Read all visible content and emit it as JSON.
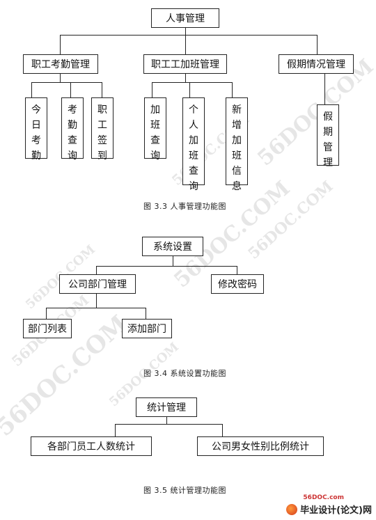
{
  "diagram1": {
    "root": "人事管理",
    "branches": [
      {
        "label": "职工考勤管理",
        "leaves": [
          "今日考勤",
          "考勤查询",
          "职工签到"
        ]
      },
      {
        "label": "职工工加班管理",
        "leaves": [
          "加班查询",
          "个人加班查询",
          "新增加班信息"
        ]
      },
      {
        "label": "假期情况管理",
        "leaves": [
          "假期管理"
        ]
      }
    ],
    "caption": "图 3.3  人事管理功能图"
  },
  "diagram2": {
    "root": "系统设置",
    "branches": [
      {
        "label": "公司部门管理",
        "leaves": [
          "部门列表",
          "添加部门"
        ]
      },
      {
        "label": "修改密码",
        "leaves": []
      }
    ],
    "caption": "图 3.4  系统设置功能图"
  },
  "diagram3": {
    "root": "统计管理",
    "branches": [
      {
        "label": "各部门员工人数统计"
      },
      {
        "label": "公司男女性别比例统计"
      }
    ],
    "caption": "图 3.5  统计管理功能图"
  },
  "watermark": "56DOC.COM",
  "footer": {
    "small": "56DOC.com",
    "logo_text": "毕业设计(论文)网"
  }
}
